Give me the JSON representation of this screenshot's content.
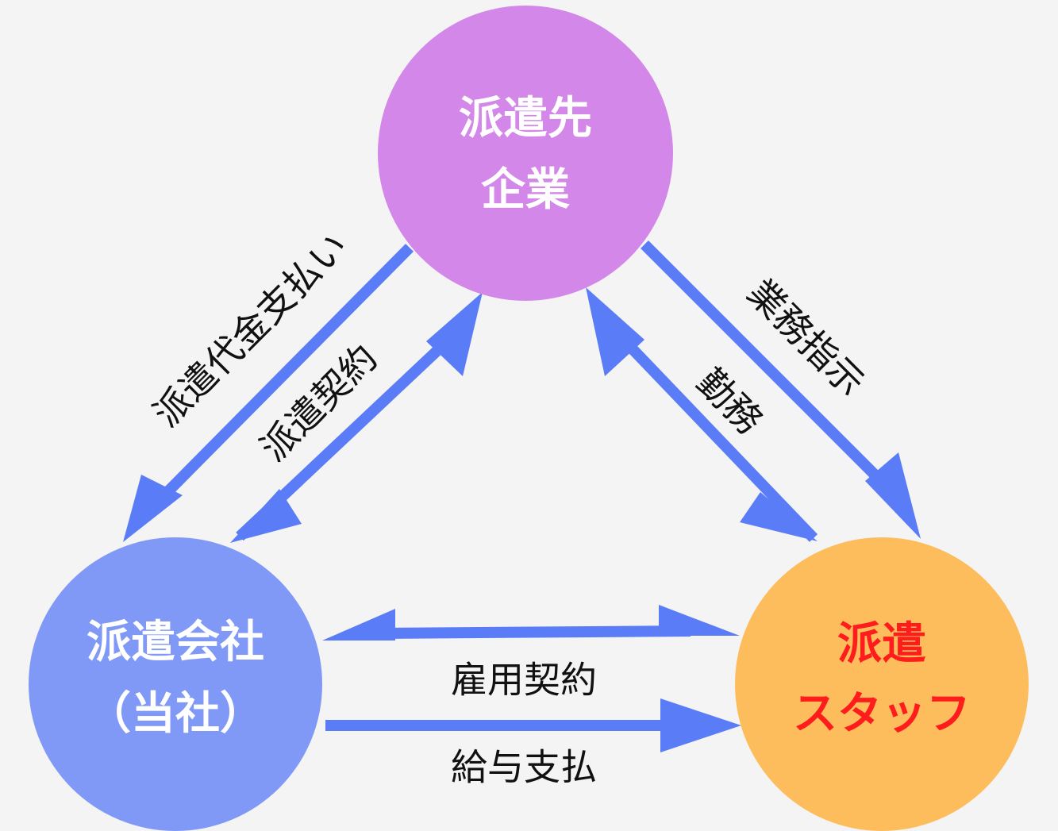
{
  "colors": {
    "background": "#f4f4f4",
    "arrow": "#5b7cf7",
    "node_client": "#d387e9",
    "node_agency": "#8099f7",
    "node_staff": "#fdbd5c",
    "text_white": "#ffffff",
    "text_red": "#ff1c1c",
    "label_text": "#111111"
  },
  "nodes": {
    "client": {
      "line1": "派遣先",
      "line2": "企業"
    },
    "agency": {
      "line1": "派遣会社",
      "line2": "（当社）"
    },
    "staff": {
      "line1": "派遣",
      "line2": "スタッフ"
    }
  },
  "edges": {
    "payment_fee": "派遣代金支払い",
    "dispatch_contract": "派遣契約",
    "work_instruction": "業務指示",
    "work": "勤務",
    "employment_contract": "雇用契約",
    "salary_payment": "給与支払"
  }
}
